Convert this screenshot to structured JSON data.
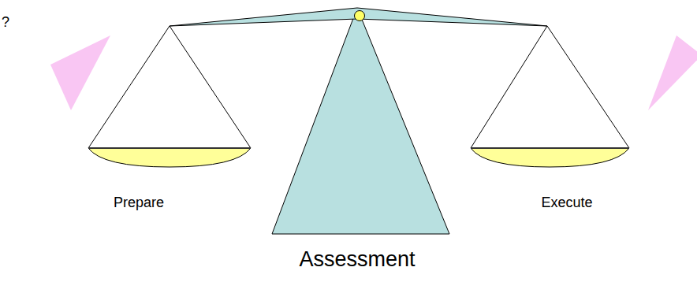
{
  "diagram": {
    "labels": [
      "?",
      "Prepare",
      "Execute",
      "Assessment"
    ]
  }
}
